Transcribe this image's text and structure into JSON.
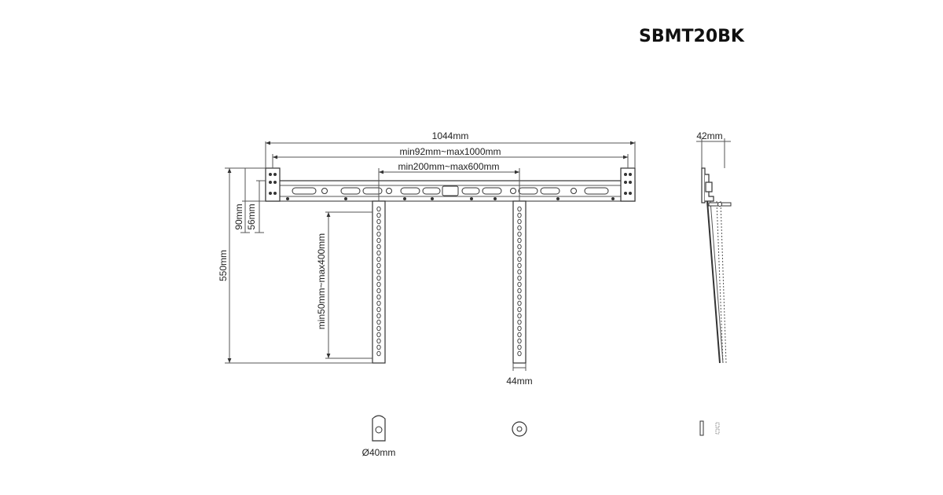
{
  "model": "SBMT20BK",
  "front_view": {
    "overall_width": "1044mm",
    "bracket_spacing": "min92mm~max1000mm",
    "arm_spacing": "min200mm~max600mm",
    "overall_height": "550mm",
    "rail_height": "90mm",
    "rail_inner_height": "56mm",
    "arm_adjust_range": "min50mm~max400mm",
    "arm_width": "44mm"
  },
  "side_view": {
    "depth": "42mm"
  },
  "hardware": {
    "washer_diameter": "Ø40mm"
  }
}
